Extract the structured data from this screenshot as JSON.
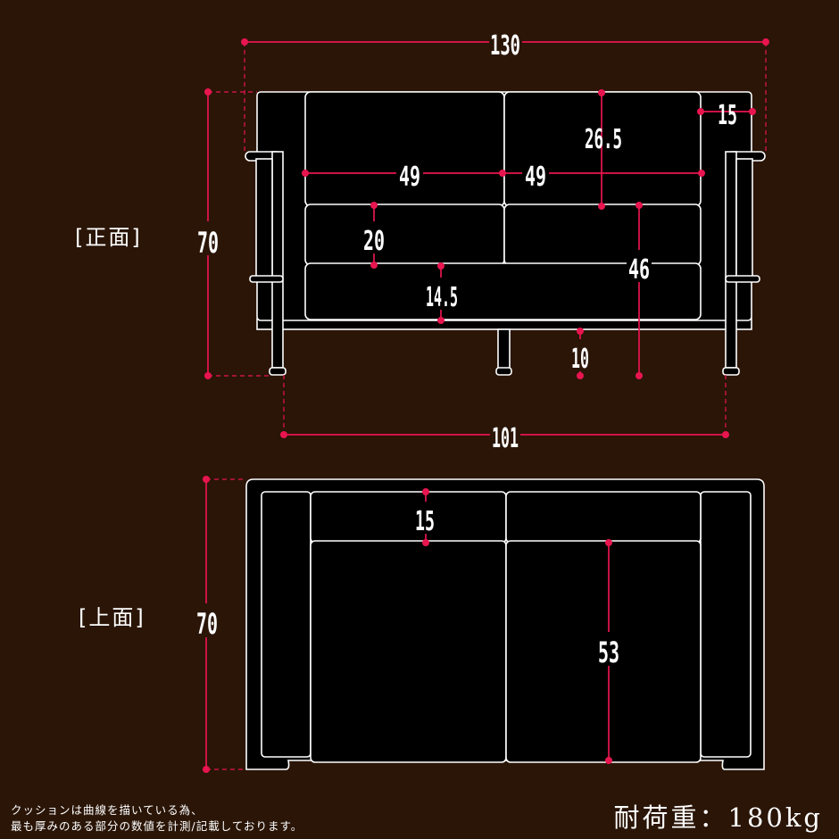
{
  "views": {
    "front_label": "[正面]",
    "top_label": "[上面]"
  },
  "dimensions": {
    "overall_width": "130",
    "arm_width": "15",
    "back_height": "26.5",
    "seat_width_left": "49",
    "seat_width_right": "49",
    "height_front": "70",
    "cushion_height": "20",
    "seat_height": "46",
    "seat_front_height": "14.5",
    "leg_height": "10",
    "leg_span": "101",
    "depth_top": "70",
    "back_depth_top": "15",
    "seat_depth": "53"
  },
  "notes": {
    "line1": "クッションは曲線を描いている為、",
    "line2": "最も厚みのある部分の数値を計測/記載しております。"
  },
  "load_capacity": "耐荷重：180kg",
  "colors": {
    "background": "#2a1507",
    "dimension_line": "#e8154f",
    "outline": "#ffffff",
    "fill": "#000000"
  }
}
